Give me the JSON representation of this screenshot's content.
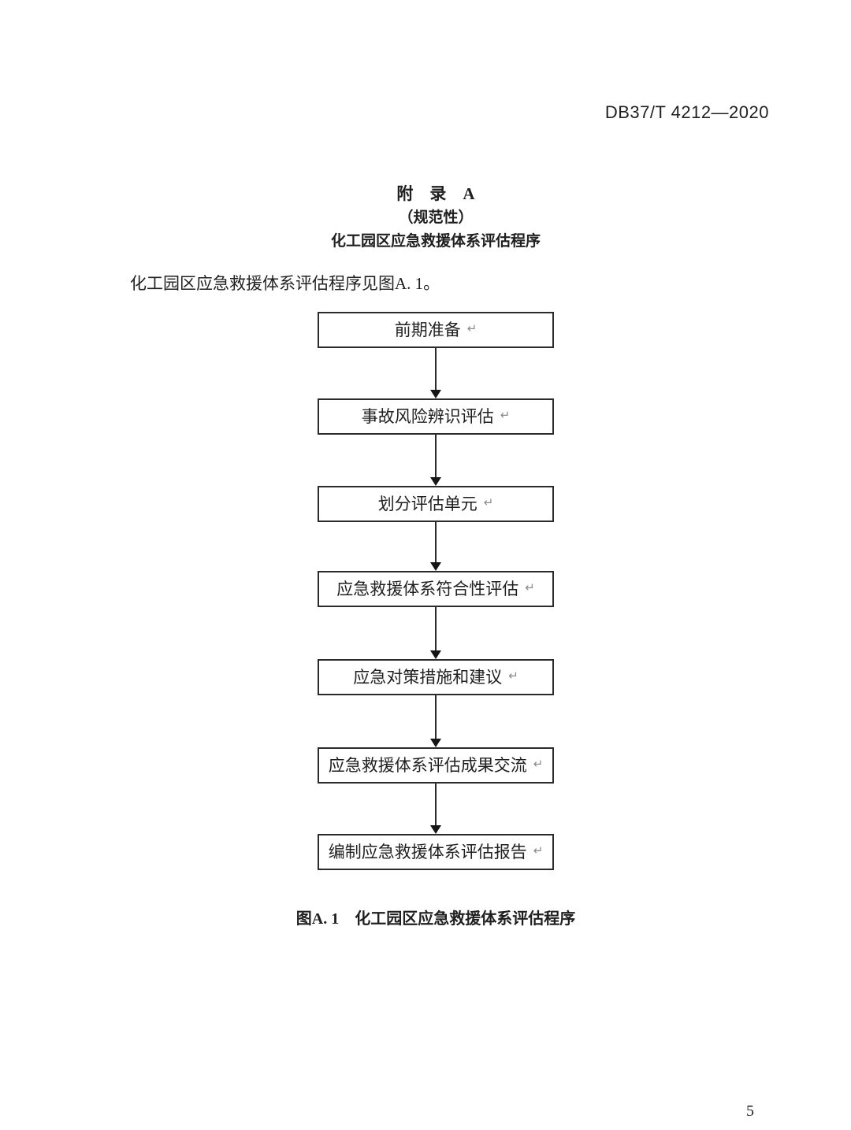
{
  "header": {
    "doc_number": "DB37/T 4212—2020"
  },
  "appendix": {
    "heading": "附　录　A",
    "normative_label": "（规范性）",
    "subject": "化工园区应急救援体系评估程序"
  },
  "body": {
    "intro": "化工园区应急救援体系评估程序见图A. 1。"
  },
  "flowchart": {
    "return_mark": "↵",
    "steps": [
      {
        "label": "前期准备"
      },
      {
        "label": "事故风险辨识评估"
      },
      {
        "label": "划分评估单元"
      },
      {
        "label": "应急救援体系符合性评估"
      },
      {
        "label": "应急对策措施和建议"
      },
      {
        "label": "应急救援体系评估成果交流"
      },
      {
        "label": "编制应急救援体系评估报告"
      }
    ],
    "caption": "图A. 1　化工园区应急救援体系评估程序"
  },
  "footer": {
    "page_number": "5"
  },
  "colors": {
    "ink": "#1f1f1f",
    "box_border": "#2b2b2b",
    "return_mark": "#8a8a8a"
  }
}
